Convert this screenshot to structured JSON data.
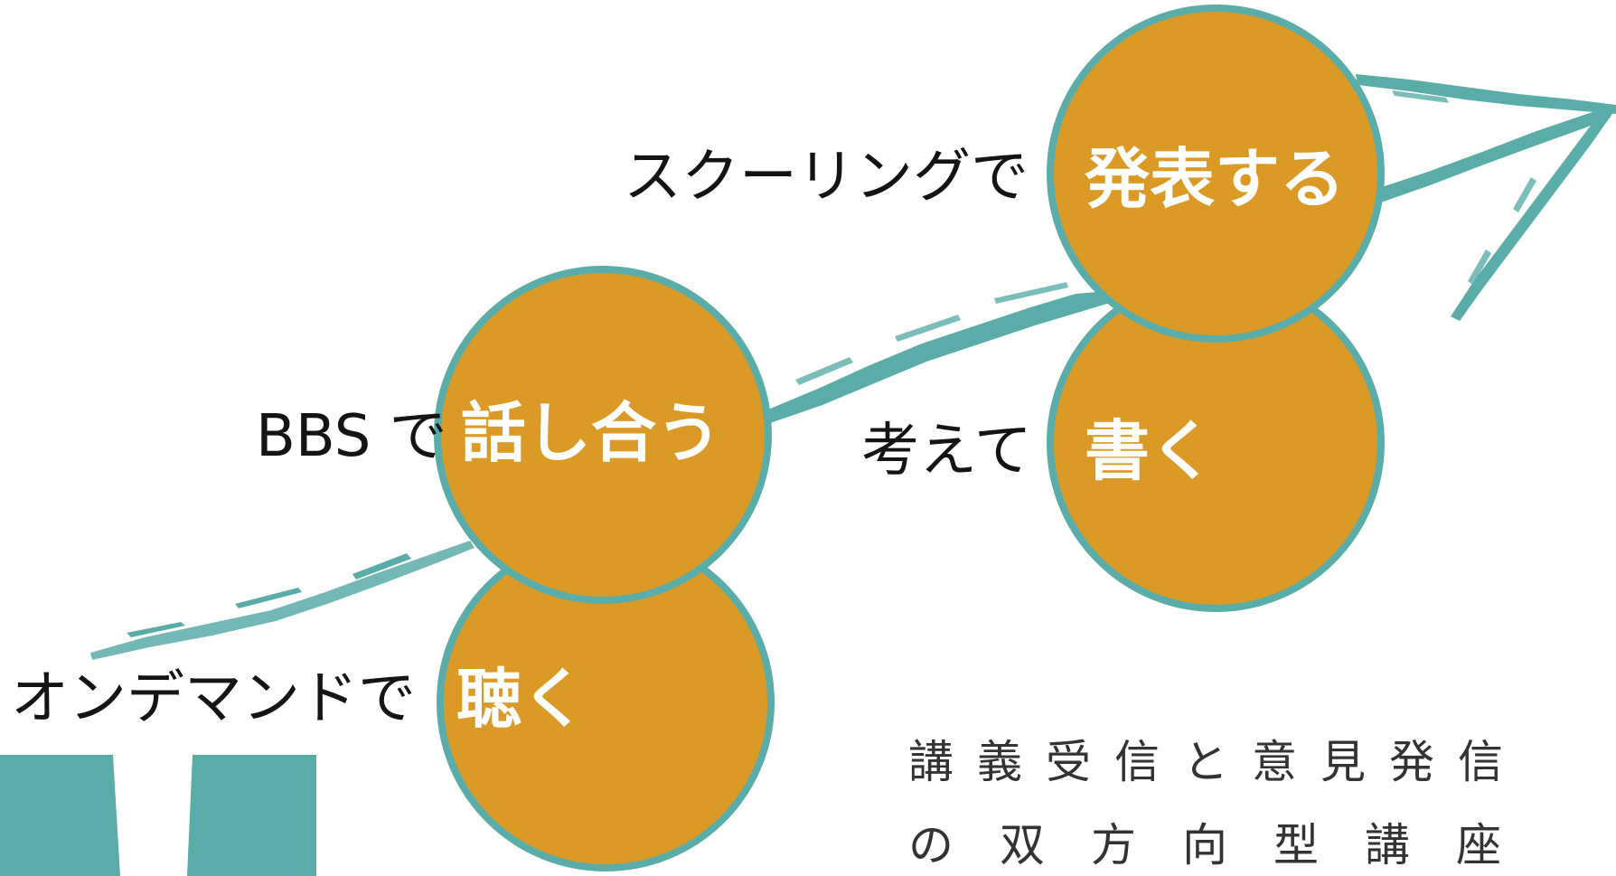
{
  "colors": {
    "teal": "#5aaca9",
    "circle_fill": "#db9a25",
    "circle_stroke": "#5aaca9",
    "label_text": "#141414",
    "verb_text": "#ffffff",
    "caption_text": "#333333"
  },
  "steps": [
    {
      "prefix": "オンデマンドで",
      "verb": "聴く"
    },
    {
      "prefix": "BBS で",
      "verb": "話し合う"
    },
    {
      "prefix": "考えて",
      "verb": "書く"
    },
    {
      "prefix": "スクーリングで",
      "verb": "発表する"
    }
  ],
  "caption": {
    "line1": "講義受信と意見発信",
    "line2": "の双方向型講座"
  },
  "decorations": [
    "brush-arrow",
    "teal-block-left",
    "teal-block-right"
  ]
}
